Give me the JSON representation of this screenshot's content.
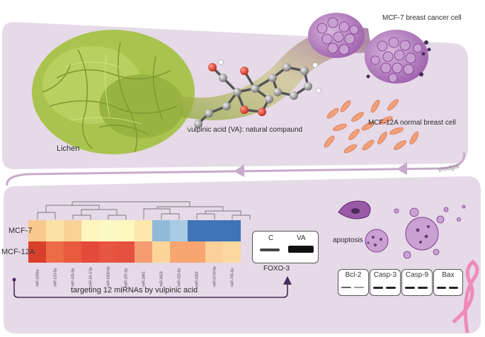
{
  "labels": {
    "lichen": "Lichen",
    "compound": "vulpinic acid (VA): natural compaund",
    "mcf7_cell": "MCF-7 breast cancer cell",
    "mcf12a_cell": "MCF-12A normal breast cell",
    "apoptosis": "apoptosis",
    "targeting": "targeting 12 miRNAs by vulpinic acid",
    "foxo3": "FOXO-3",
    "signature": "Vrodgar"
  },
  "heatmap": {
    "rows": [
      "MCF-7",
      "MCF-12A"
    ],
    "columns": [
      "miR-3266a",
      "miR-133-5p",
      "miR-335-5p",
      "miR-34-1-5p",
      "miR-1500-5p",
      "miR-197-3p",
      "miR-2861",
      "miR-3923",
      "miR-423-5p",
      "miR-4281",
      "miR-6740-5p",
      "miR-765-5p"
    ],
    "colors": [
      [
        "#f7c98e",
        "#fbe0a3",
        "#f8d296",
        "#fdf5be",
        "#fdf9c3",
        "#fdf8c0",
        "#fde7ad",
        "#8fbbd9",
        "#a8cbe3",
        "#3f74b7",
        "#3f74b7",
        "#3f74b7"
      ],
      [
        "#d8402c",
        "#ed6b47",
        "#e85a3d",
        "#e4493a",
        "#e65540",
        "#e4513e",
        "#f59c73",
        "#fdd59b",
        "#f8a66f",
        "#f8a66f",
        "#fdd09a",
        "#fbd89f"
      ]
    ]
  },
  "foxo3_blot": {
    "lanes": [
      "C",
      "VA"
    ]
  },
  "protein_blots": [
    {
      "name": "Bcl-2"
    },
    {
      "name": "Casp-3"
    },
    {
      "name": "Casp-9"
    },
    {
      "name": "Bax"
    }
  ],
  "colors": {
    "panel": "#e6d9e8",
    "panel_border": "#ffffff",
    "arrow": "#c9a9cc",
    "lichen": "#9bb845",
    "cancer_cell": "#a36ab0",
    "normal_cell": "#f2a07a",
    "dark_purple": "#4a2a5a"
  }
}
